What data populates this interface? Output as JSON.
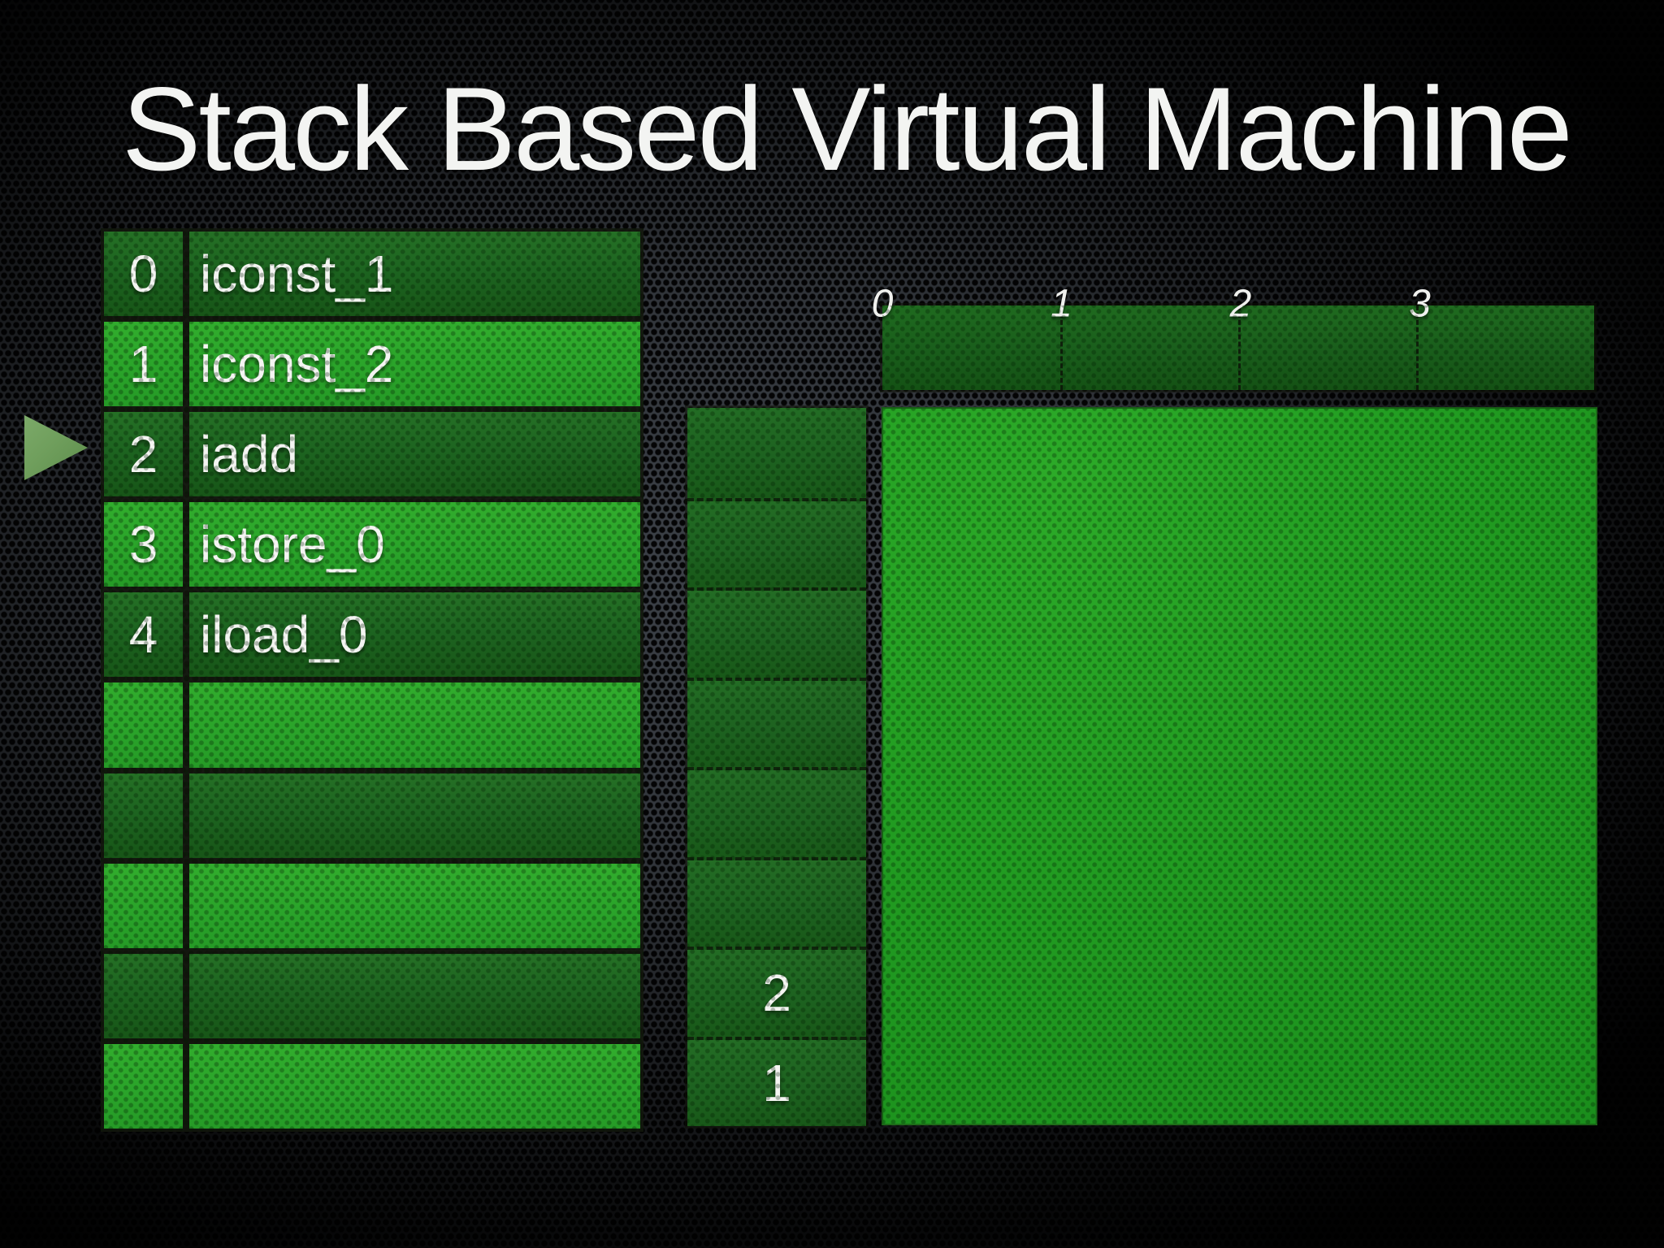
{
  "title": "Stack Based Virtual Machine",
  "bytecode": {
    "rows": [
      {
        "index": "0",
        "op": "iconst_1",
        "shade": "dark"
      },
      {
        "index": "1",
        "op": "iconst_2",
        "shade": "bright"
      },
      {
        "index": "2",
        "op": "iadd",
        "shade": "dark"
      },
      {
        "index": "3",
        "op": "istore_0",
        "shade": "bright"
      },
      {
        "index": "4",
        "op": "iload_0",
        "shade": "dark"
      },
      {
        "index": "",
        "op": "",
        "shade": "bright"
      },
      {
        "index": "",
        "op": "",
        "shade": "dark"
      },
      {
        "index": "",
        "op": "",
        "shade": "bright"
      },
      {
        "index": "",
        "op": "",
        "shade": "dark"
      },
      {
        "index": "",
        "op": "",
        "shade": "bright"
      }
    ],
    "current_row": 2
  },
  "operand_stack": {
    "cells": [
      "",
      "",
      "",
      "",
      "",
      "",
      "2",
      "1"
    ]
  },
  "local_variables": {
    "index_labels": [
      "0",
      "1",
      "2",
      "3"
    ]
  },
  "colors": {
    "bright_green": "#2aa42a",
    "dark_green": "#1d6420",
    "pointer_green": "#6f9e5c",
    "background_metal": "#3e434a",
    "text": "#f3f4f2"
  }
}
